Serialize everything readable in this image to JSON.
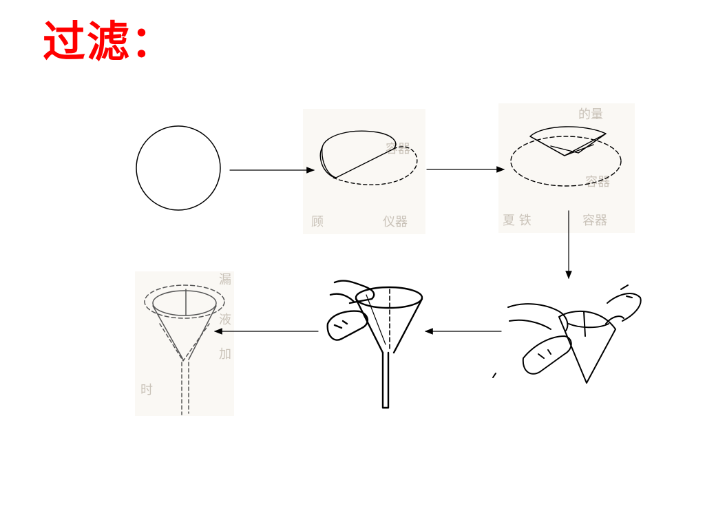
{
  "slide": {
    "title": "过滤：",
    "title_color": "#ff0000"
  },
  "diagram": {
    "line_color": "#000000",
    "faded_line_color": "#6b6b6b",
    "steps": [
      {
        "name": "filter-paper-circle"
      },
      {
        "name": "fold-in-half"
      },
      {
        "name": "fold-in-quarter"
      },
      {
        "name": "open-into-cone"
      },
      {
        "name": "place-into-funnel"
      },
      {
        "name": "wet-and-press-paper"
      }
    ]
  }
}
